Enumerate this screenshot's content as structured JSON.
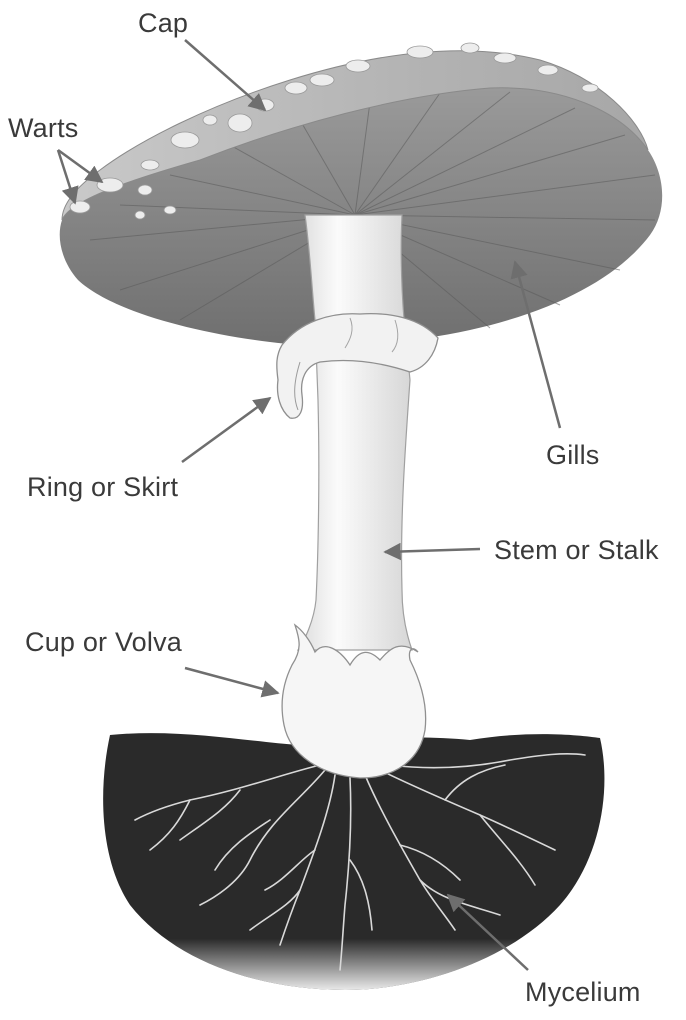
{
  "diagram": {
    "labels": {
      "cap": "Cap",
      "warts": "Warts",
      "gills": "Gills",
      "ring": "Ring or Skirt",
      "stem": "Stem or Stalk",
      "cup": "Cup or Volva",
      "mycelium": "Mycelium"
    },
    "colors": {
      "label_text": "#3a3a3a",
      "arrow": "#6e6e6e",
      "soil": "#262626",
      "cap_top": "#bcbcbc",
      "gills": "#8c8c8c",
      "stem": "#f4f4f4",
      "roots": "#d8d8d8"
    }
  }
}
